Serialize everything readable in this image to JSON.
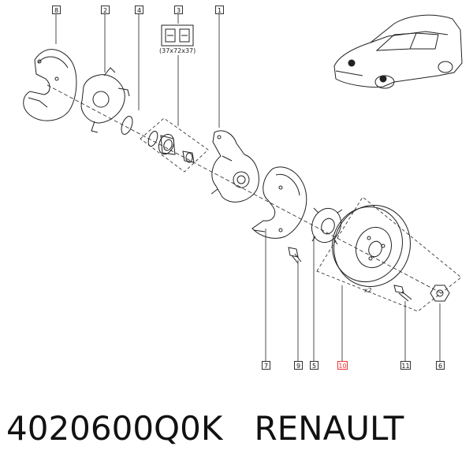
{
  "callouts": {
    "c8": "8",
    "c2": "2",
    "c4": "4",
    "c3": "3",
    "c1": "1",
    "c7": "7",
    "c9": "9",
    "c5": "5",
    "c10": "10",
    "c11": "11",
    "c6": "6"
  },
  "bearing_dimension": "(37x72x37)",
  "disc_multiplier": "x2",
  "caption": {
    "part_number": "4020600Q0K",
    "brand": "RENAULT"
  },
  "colors": {
    "line": "#222222",
    "highlight": "#ee3333"
  }
}
